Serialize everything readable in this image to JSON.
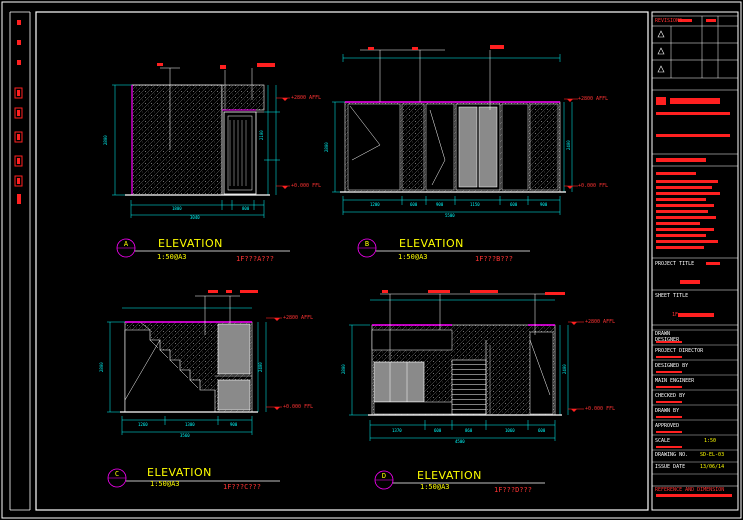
{
  "colors": {
    "background": "#000000",
    "frame": "#ffffff",
    "dimension": "#00ffff",
    "outline": "#ffffff",
    "red": "#ff2020",
    "magenta": "#ff00ff",
    "yellow": "#ffff00",
    "gray": "#8a8a8a"
  },
  "elevations": [
    {
      "id": "A",
      "letter": "A",
      "title": "ELEVATION",
      "scale": "1:50@A3",
      "code": "1F???A???"
    },
    {
      "id": "B",
      "letter": "B",
      "title": "ELEVATION",
      "scale": "1:50@A3",
      "code": "1F???B???"
    },
    {
      "id": "C",
      "letter": "C",
      "title": "ELEVATION",
      "scale": "1:50@A3",
      "code": "1F???C???"
    },
    {
      "id": "D",
      "letter": "D",
      "title": "ELEVATION",
      "scale": "1:50@A3",
      "code": "1F???D???"
    }
  ],
  "levels": {
    "afl": "+2800 AFFL",
    "ffl": "+0.000 FFL"
  },
  "title_block": {
    "revisions": "REVISIONS",
    "project_title": "PROJECT TITLE",
    "sheet_title": "SHEET TITLE",
    "sheet_code": "1F",
    "drawn": "DRAWN",
    "designer": "DESIGNER",
    "project_director": "PROJECT DIRECTOR",
    "designed_by": "DESIGNED BY",
    "main_engineer": "MAIN ENGINEER",
    "checked_by": "CHECKED BY",
    "drawn_by": "DRAWN BY",
    "approved": "APPROVED",
    "scale_label": "SCALE",
    "scale_value": "1:50",
    "drawing_no_label": "DRAWING NO.",
    "drawing_no_value": "SD-EL-03",
    "issue_date_label": "ISSUE DATE",
    "issue_date_value": "13/06/14",
    "footer": "REFERENCE AND DIMENSION"
  }
}
